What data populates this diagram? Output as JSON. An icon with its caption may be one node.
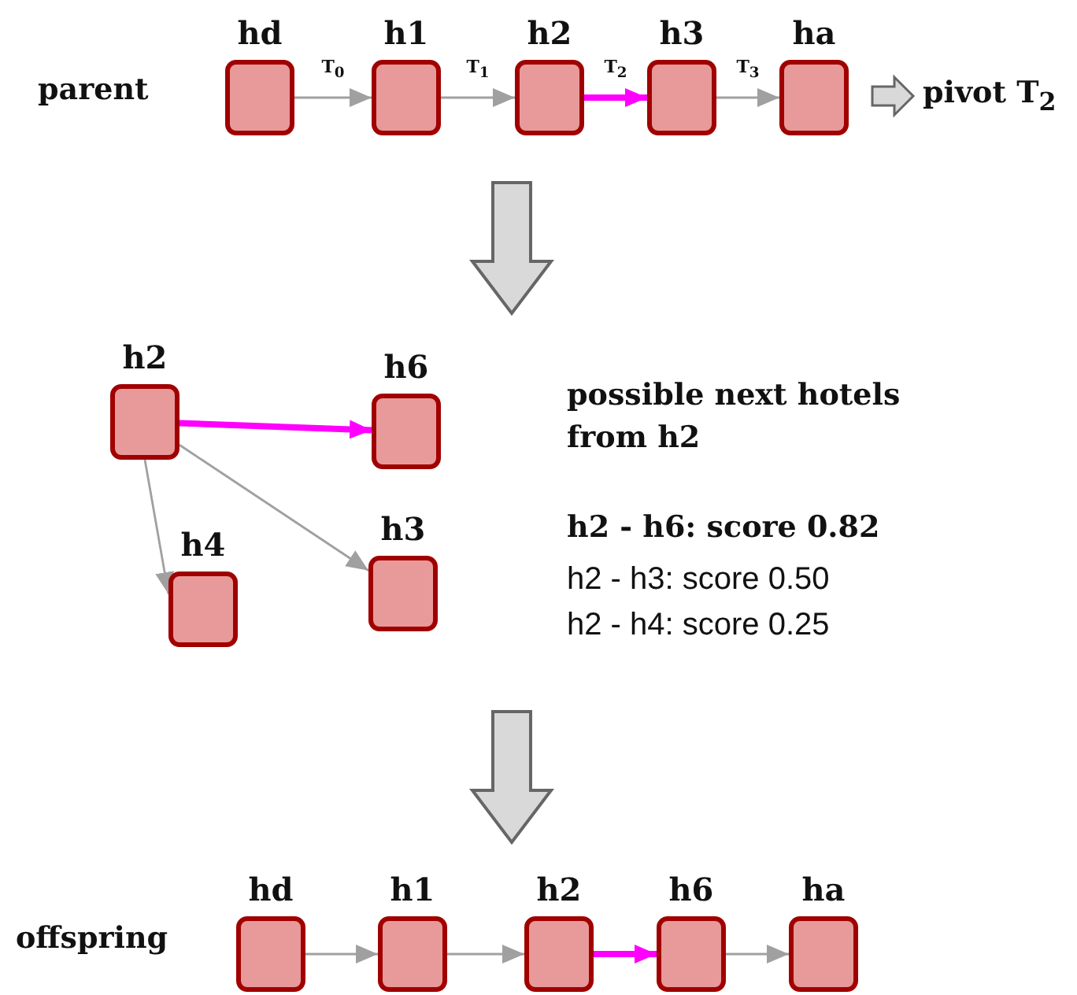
{
  "diagram": {
    "nodes": [
      {
        "text": [
          "hd"
        ]
      },
      {
        "text": [
          "h1"
        ]
      },
      {
        "text": [
          "h2"
        ]
      },
      {
        "text": [
          "h3"
        ]
      },
      {
        "text": [
          "ha"
        ]
      },
      {
        "text": [
          "h2"
        ]
      },
      {
        "text": [
          "h6"
        ]
      },
      {
        "text": [
          "h4"
        ]
      },
      {
        "text": [
          "h3"
        ]
      },
      {
        "text": [
          "hd"
        ]
      },
      {
        "text": [
          "h1"
        ]
      },
      {
        "text": [
          "h2"
        ]
      },
      {
        "text": [
          "h6"
        ]
      },
      {
        "text": [
          "ha"
        ]
      }
    ],
    "edges": [
      {
        "from": 0,
        "to": 1,
        "arrow": "to",
        "label": "T$_{0}$"
      },
      {
        "from": 1,
        "to": 2,
        "arrow": "to",
        "label": "T$_{1}$"
      },
      {
        "from": 2,
        "to": 3,
        "arrow": "to",
        "label": "T$_{2}$",
        "style": "thick",
        "color": "#ff00ff"
      },
      {
        "from": 3,
        "to": 4,
        "arrow": "to",
        "label": "T$_{3}$"
      },
      {
        "from": 5,
        "to": 6,
        "arrow": "to",
        "style": "thick",
        "color": "#ff00ff"
      },
      {
        "from": 5,
        "to": 7,
        "arrow": "to"
      },
      {
        "from": 5,
        "to": 8,
        "arrow": "to"
      },
      {
        "from": 9,
        "to": 10,
        "arrow": "to"
      },
      {
        "from": 10,
        "to": 11,
        "arrow": "to"
      },
      {
        "from": 11,
        "to": 12,
        "arrow": "to",
        "style": "thick",
        "color": "#ff00ff"
      },
      {
        "from": 12,
        "to": 13,
        "arrow": "to"
      }
    ],
    "labels": [
      "parent",
      "pivot T$_{2}$",
      "possible next hotels from h2",
      "h2 - h6: score 0.82",
      "h2 - h3: score 0.50",
      "h2 - h4: score 0.25",
      "offspring"
    ]
  }
}
